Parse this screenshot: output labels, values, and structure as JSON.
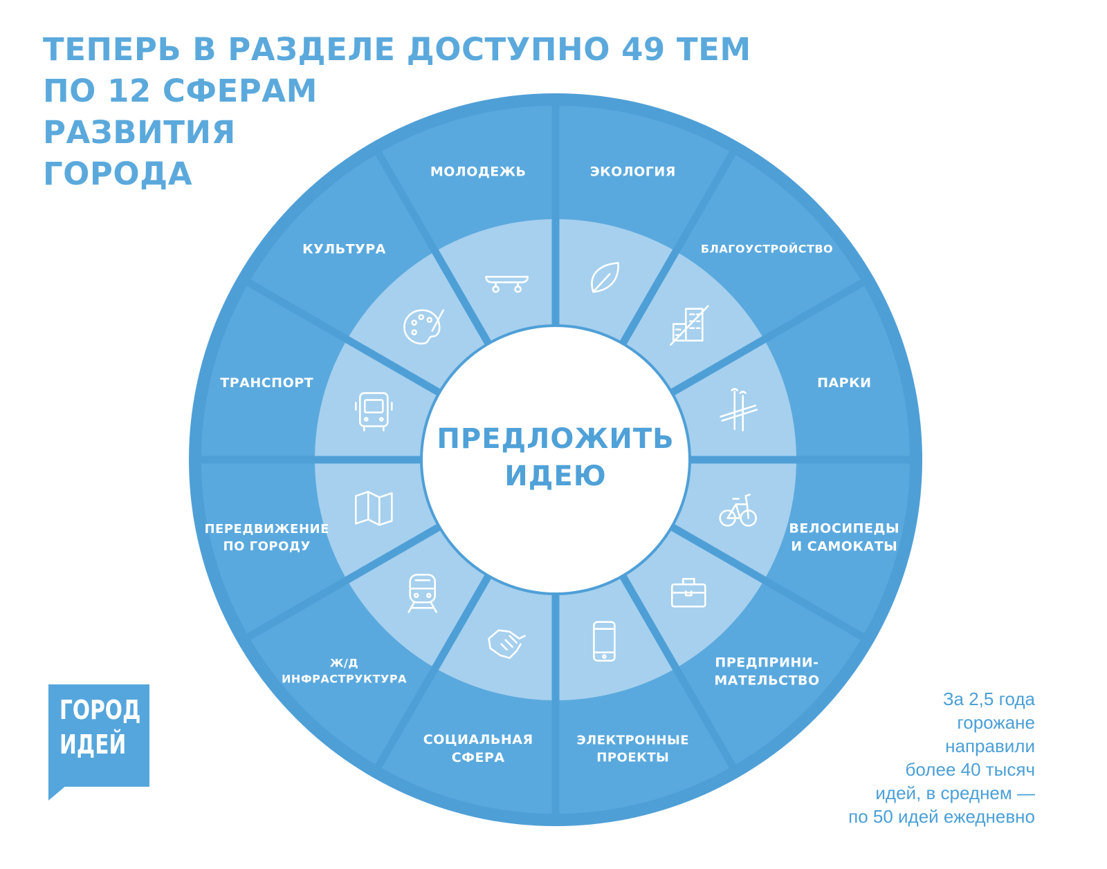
{
  "headline": {
    "line1": "ТЕПЕРЬ В РАЗДЕЛЕ ДОСТУПНО 49 ТЕМ",
    "line2": "ПО 12 СФЕРАМ",
    "line3": "РАЗВИТИЯ",
    "line4": "ГОРОДА"
  },
  "center": {
    "line1": "ПРЕДЛОЖИТЬ",
    "line2": "ИДЕЮ"
  },
  "spheres": [
    {
      "lines": [
        "ЭКОЛОГИЯ"
      ],
      "icon": "leaf-icon"
    },
    {
      "lines": [
        "БЛАГОУСТРОЙСТВО"
      ],
      "icon": "buildings-icon"
    },
    {
      "lines": [
        "ПАРКИ"
      ],
      "icon": "skis-icon"
    },
    {
      "lines": [
        "ВЕЛОСИПЕДЫ",
        "И САМОКАТЫ"
      ],
      "icon": "bicycle-icon"
    },
    {
      "lines": [
        "ПРЕДПРИНИ-",
        "МАТЕЛЬСТВО"
      ],
      "icon": "briefcase-icon"
    },
    {
      "lines": [
        "ЭЛЕКТРОННЫЕ",
        "ПРОЕКТЫ"
      ],
      "icon": "smartphone-icon"
    },
    {
      "lines": [
        "СОЦИАЛЬНАЯ",
        "СФЕРА"
      ],
      "icon": "handshake-icon"
    },
    {
      "lines": [
        "Ж/Д",
        "ИНФРАСТРУКТУРА"
      ],
      "icon": "train-icon"
    },
    {
      "lines": [
        "ПЕРЕДВИЖЕНИЕ",
        "ПО ГОРОДУ"
      ],
      "icon": "map-icon"
    },
    {
      "lines": [
        "ТРАНСПОРТ"
      ],
      "icon": "bus-icon"
    },
    {
      "lines": [
        "КУЛЬТУРА"
      ],
      "icon": "palette-icon"
    },
    {
      "lines": [
        "МОЛОДЕЖЬ"
      ],
      "icon": "skateboard-icon"
    }
  ],
  "logo": {
    "line1": "ГОРОД",
    "line2": "ИДЕЙ"
  },
  "stats": {
    "line1": "За 2,5 года",
    "line2": "горожане",
    "line3": "направили",
    "line4": "более 40 тысяч",
    "line5": "идей, в среднем —",
    "line6": "по 50 идей ежедневно"
  },
  "colors": {
    "ring": "#4f9fd7",
    "segment": "#5aa9de",
    "inner_ring": "#a6d0ee",
    "headline": "#5ba9dc",
    "center_text": "#4fa1d8"
  }
}
